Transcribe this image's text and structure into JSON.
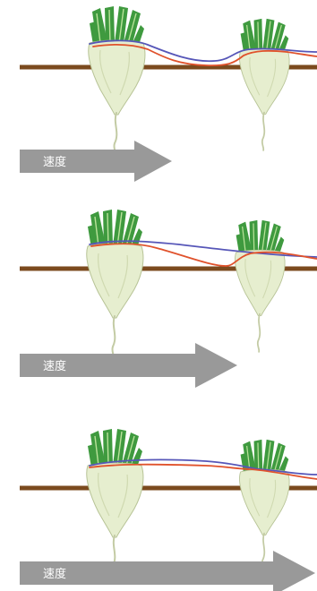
{
  "panels": [
    {
      "label": "速度"
    },
    {
      "label": "速度"
    },
    {
      "label": "速度"
    }
  ],
  "colors": {
    "soil": "#7b4a1e",
    "blue_line": "#5656b8",
    "red_line": "#e0522c",
    "arrow": "#999999",
    "leaf": "#3f9a3f",
    "root": "#e6eecf",
    "label_text": "#ffffff"
  }
}
